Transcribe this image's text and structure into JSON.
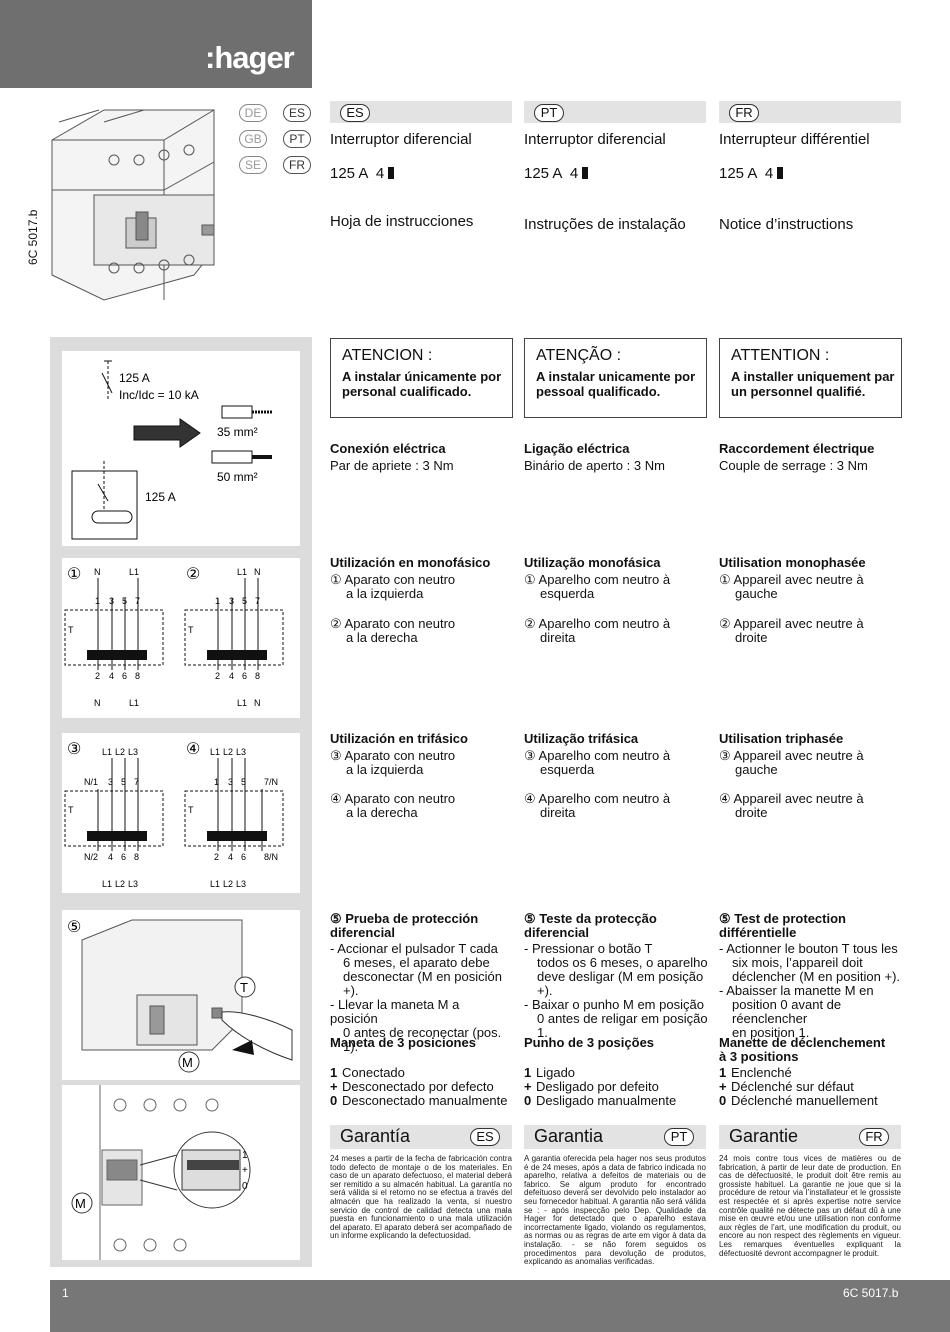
{
  "brand": "hager",
  "doc_code": "6C 5017.b",
  "page_number": "1",
  "side_langs": [
    "DE",
    "ES",
    "GB",
    "PT",
    "SE",
    "FR"
  ],
  "columns": [
    {
      "lang": "ES",
      "product": "Interruptor diferencial",
      "rating": "125 A  4",
      "doc_type": "Hoja de instrucciones",
      "attention_title": "ATENCION :",
      "attention_text": [
        "A instalar únicamente por",
        "personal cualificado."
      ],
      "conn_title": "Conexión eléctrica",
      "conn_text": "Par de apriete : 3 Nm",
      "mono_title": "Utilización en monofásico",
      "mono_1": [
        "① Aparato con neutro",
        "a la izquierda"
      ],
      "mono_2": [
        "② Aparato con neutro",
        "a la derecha"
      ],
      "tri_title": "Utilización en trifásico",
      "tri_3": [
        "③ Aparato con neutro",
        "a la izquierda"
      ],
      "tri_4": [
        "④ Aparato con neutro",
        "a la derecha"
      ],
      "test_title": [
        "⑤ Prueba de protección",
        "diferencial"
      ],
      "test_lines": [
        "-  Accionar el pulsador T cada",
        "6 meses, el aparato debe",
        "desconectar (M en posición +).",
        "-  Llevar la maneta M a posición",
        "0 antes de reconectar (pos. 1)."
      ],
      "handle_title": [
        "Maneta de 3 posiciones"
      ],
      "handle_items": [
        [
          "1",
          "Conectado"
        ],
        [
          "+",
          "Desconectado por defecto"
        ],
        [
          "0",
          "Desconectado manualmente"
        ]
      ],
      "warranty": "Garantía",
      "warranty_text": "24 meses a partir de la fecha de fabricación contra todo defecto de montaje o de los materiales. En caso de un aparato defectuoso, el material deberá ser remitido a su almacén habitual. La garantía no será válida si el retorno no se efectua a través del almacén que ha realizado la venta, si nuestro servicio de control de calidad detecta una mala puesta en funcionamiento o una mala utilización del aparato. El aparato deberá ser acompañado de un informe explicando la defectuosidad."
    },
    {
      "lang": "PT",
      "product": "Interruptor diferencial",
      "rating": "125 A  4",
      "doc_type": "Instruções de instalação",
      "attention_title": "ATENÇÃO :",
      "attention_text": [
        "A instalar unicamente por",
        "pessoal qualificado."
      ],
      "conn_title": "Ligação eléctrica",
      "conn_text": "Binário de aperto : 3 Nm",
      "mono_title": "Utilização monofásica",
      "mono_1": [
        "① Aparelho com neutro à",
        "esquerda"
      ],
      "mono_2": [
        "② Aparelho com neutro à",
        "direita"
      ],
      "tri_title": "Utilização trifásica",
      "tri_3": [
        "③ Aparelho com neutro à",
        "esquerda"
      ],
      "tri_4": [
        "④ Aparelho com neutro à",
        "direita"
      ],
      "test_title": [
        "⑤ Teste da protecção",
        "diferencial"
      ],
      "test_lines": [
        "-  Pressionar o botão T",
        "todos os 6 meses, o aparelho",
        "deve desligar (M em posição +).",
        "-  Baixar o punho M em posição",
        "0 antes de religar em posição 1."
      ],
      "handle_title": [
        "Punho de 3 posições"
      ],
      "handle_items": [
        [
          "1",
          "Ligado"
        ],
        [
          "+",
          "Desligado por defeito"
        ],
        [
          "0",
          "Desligado manualmente"
        ]
      ],
      "warranty": "Garantia",
      "warranty_text": "A garantia oferecida pela hager nos seus produtos é de 24 meses, após a data de fabrico indicada no aparelho, relativa a defeitos de materiais ou de fabrico. Se algum produto for encontrado defeituoso deverá ser devolvido pelo instalador ao seu fornecedor habitual. A garantia não será válida se : - após inspecção pelo Dep. Qualidade da Hager for detectado que o aparelho estava incorrectamente ligado, violando os regulamentos, as normas ou as regras de arte em vigor à data da instalação. - se não forem seguidos os procedimentos para devolução de produtos, explicando as anomalias verificadas."
    },
    {
      "lang": "FR",
      "product": "Interrupteur différentiel",
      "rating": "125 A  4",
      "doc_type": "Notice d’instructions",
      "attention_title": "ATTENTION :",
      "attention_text": [
        "A installer uniquement par",
        "un personnel qualifié."
      ],
      "conn_title": "Raccordement électrique",
      "conn_text": "Couple de serrage : 3 Nm",
      "mono_title": "Utilisation monophasée",
      "mono_1": [
        "① Appareil avec neutre à",
        "gauche"
      ],
      "mono_2": [
        "② Appareil avec neutre à",
        "droite"
      ],
      "tri_title": "Utilisation triphasée",
      "tri_3": [
        "③ Appareil avec neutre à",
        "gauche"
      ],
      "tri_4": [
        "④ Appareil avec neutre à",
        "droite"
      ],
      "test_title": [
        "⑤ Test de protection",
        "différentielle"
      ],
      "test_lines": [
        "-  Actionner le bouton T tous les",
        "six mois, l’appareil doit",
        "déclencher (M en position +).",
        "-  Abaisser la manette M en",
        "position 0 avant de réenclencher",
        "en position 1."
      ],
      "handle_title": [
        "Manette de déclenchement",
        "à 3 positions"
      ],
      "handle_items": [
        [
          "1",
          "Enclenché"
        ],
        [
          "+",
          "Déclenché sur défaut"
        ],
        [
          "0",
          "Déclenché manuellement"
        ]
      ],
      "warranty": "Garantie",
      "warranty_text": "24 mois contre tous vices de matières ou de fabrication, à partir de leur date de production. En cas de défectuosité, le produit doit être remis au grossiste habituel. La garantie ne joue que si la procédure de retour via l’installateur et le grossiste est respectée et si après expertise notre service contrôle qualité ne détecte pas un défaut dû à une mise en œuvre et/ou une utilisation non conforme aux règles de l’art, une modification du produit, ou encore au non respect des règlements en vigueur. Les remarques éventuelles expliquant la défectuosité devront accompagner le produit."
    }
  ],
  "diagram_labels": {
    "rating": "125 A",
    "breaking": "Inc/Idc = 10 kA",
    "cable1": "35 mm²",
    "cable2": "50 mm²",
    "rating_bottom": "125 A",
    "num1": "①",
    "num2": "②",
    "num3": "③",
    "num4": "④",
    "num5": "⑤",
    "label_T": "T",
    "label_M": "M",
    "N": "N",
    "L1": "L1",
    "L2": "L2",
    "L3": "L3",
    "N1": "N/1",
    "N2": "N/2",
    "7N": "7/N",
    "8N": "8/N",
    "top_terms": [
      "1",
      "3",
      "5",
      "7"
    ],
    "bot_terms": [
      "2",
      "4",
      "6",
      "8"
    ],
    "handle_marks": [
      "1",
      "+",
      "0"
    ]
  }
}
